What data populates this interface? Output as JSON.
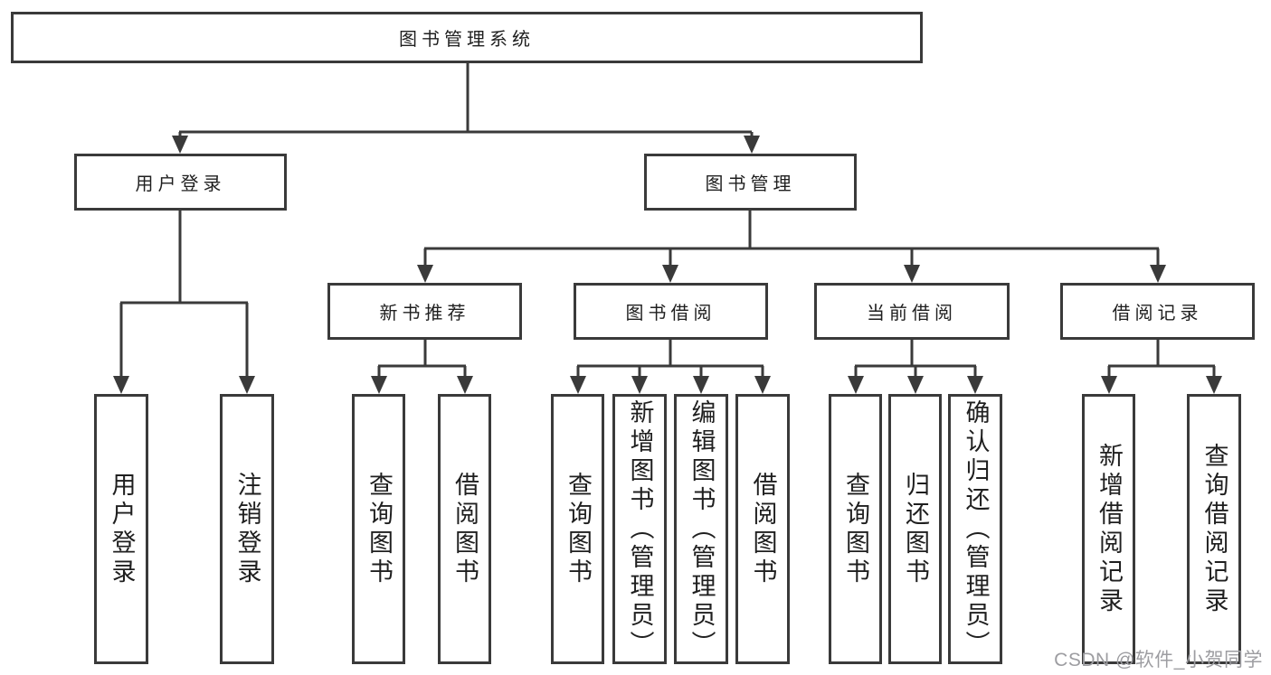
{
  "diagram": {
    "type": "hierarchy-tree",
    "root": {
      "label": "图书管理系统",
      "children": [
        "用户登录",
        "图书管理"
      ]
    },
    "level1": [
      {
        "label": "用户登录",
        "parent": "图书管理系统",
        "children": [
          "用户登录",
          "注销登录"
        ]
      },
      {
        "label": "图书管理",
        "parent": "图书管理系统",
        "children": [
          "新书推荐",
          "图书借阅",
          "当前借阅",
          "借阅记录"
        ]
      }
    ],
    "level2": [
      {
        "label": "新书推荐",
        "parent": "图书管理",
        "children": [
          "查询图书",
          "借阅图书"
        ]
      },
      {
        "label": "图书借阅",
        "parent": "图书管理",
        "children": [
          "查询图书",
          "新增图书（管理员）",
          "编辑图书（管理员）",
          "借阅图书"
        ]
      },
      {
        "label": "当前借阅",
        "parent": "图书管理",
        "children": [
          "查询图书",
          "归还图书",
          "确认归还（管理员）"
        ]
      },
      {
        "label": "借阅记录",
        "parent": "图书管理",
        "children": [
          "新增借阅记录",
          "查询借阅记录"
        ]
      }
    ],
    "leaves": [
      {
        "label": "用户登录",
        "parent": "用户登录"
      },
      {
        "label": "注销登录",
        "parent": "用户登录"
      },
      {
        "label": "查询图书",
        "parent": "新书推荐"
      },
      {
        "label": "借阅图书",
        "parent": "新书推荐"
      },
      {
        "label": "查询图书",
        "parent": "图书借阅"
      },
      {
        "label": "新增图书（管理员）",
        "parent": "图书借阅"
      },
      {
        "label": "编辑图书（管理员）",
        "parent": "图书借阅"
      },
      {
        "label": "借阅图书",
        "parent": "图书借阅"
      },
      {
        "label": "查询图书",
        "parent": "当前借阅"
      },
      {
        "label": "归还图书",
        "parent": "当前借阅"
      },
      {
        "label": "确认归还（管理员）",
        "parent": "当前借阅"
      },
      {
        "label": "新增借阅记录",
        "parent": "借阅记录"
      },
      {
        "label": "查询借阅记录",
        "parent": "借阅记录"
      }
    ],
    "watermark": "CSDN @软件_小贺同学",
    "colors": {
      "line": "#3a3a3a",
      "box_border": "#3a3a3a",
      "text": "#1f1f1f",
      "watermark_text": "#9d9da1",
      "background": "#ffffff"
    }
  }
}
